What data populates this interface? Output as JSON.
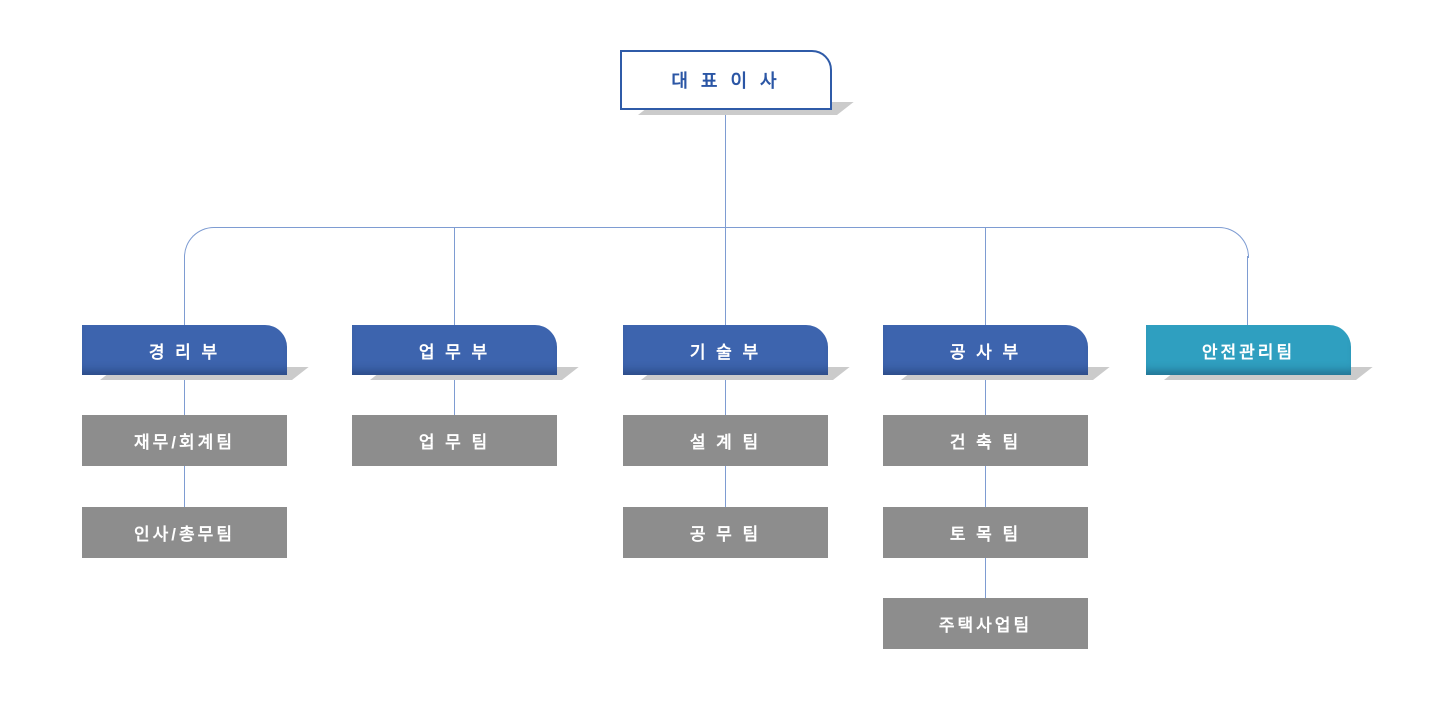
{
  "org_chart": {
    "root": {
      "label": "대 표 이 사"
    },
    "departments": [
      {
        "label": "경 리 부",
        "style": "blue",
        "teams": [
          "재무/회계팀",
          "인사/총무팀"
        ]
      },
      {
        "label": "업 무 부",
        "style": "blue",
        "teams": [
          "업 무 팀"
        ]
      },
      {
        "label": "기 술 부",
        "style": "blue",
        "teams": [
          "설 계 팀",
          "공 무 팀"
        ]
      },
      {
        "label": "공 사 부",
        "style": "blue",
        "teams": [
          "건 축 팀",
          "토 목 팀",
          "주택사업팀"
        ]
      },
      {
        "label": "안전관리팀",
        "style": "teal",
        "teams": []
      }
    ],
    "colors": {
      "department_blue": "#3D64AE",
      "department_teal": "#2F9FC0",
      "team_gray": "#8D8D8D",
      "connector_line": "#7E9CD2",
      "root_border": "#2F5BA8",
      "root_text": "#2B56A5",
      "shadow": "#CBCBCB"
    }
  }
}
